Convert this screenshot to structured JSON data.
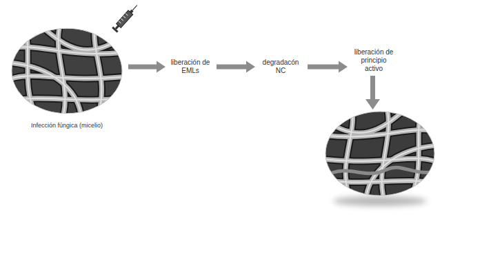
{
  "diagram": {
    "nodes": [
      {
        "text": [
          "Infección fúngica (micelio)"
        ]
      },
      {
        "text": [
          "liberación de EMLs"
        ]
      },
      {
        "text": [
          "degradacón NC"
        ]
      },
      {
        "text": [
          "liberación de principio activo"
        ]
      }
    ],
    "edges": [
      {
        "from": 0,
        "to": 1,
        "arrow": "to"
      },
      {
        "from": 1,
        "to": 2,
        "arrow": "to"
      },
      {
        "from": 2,
        "to": 3,
        "arrow": "to"
      }
    ]
  }
}
